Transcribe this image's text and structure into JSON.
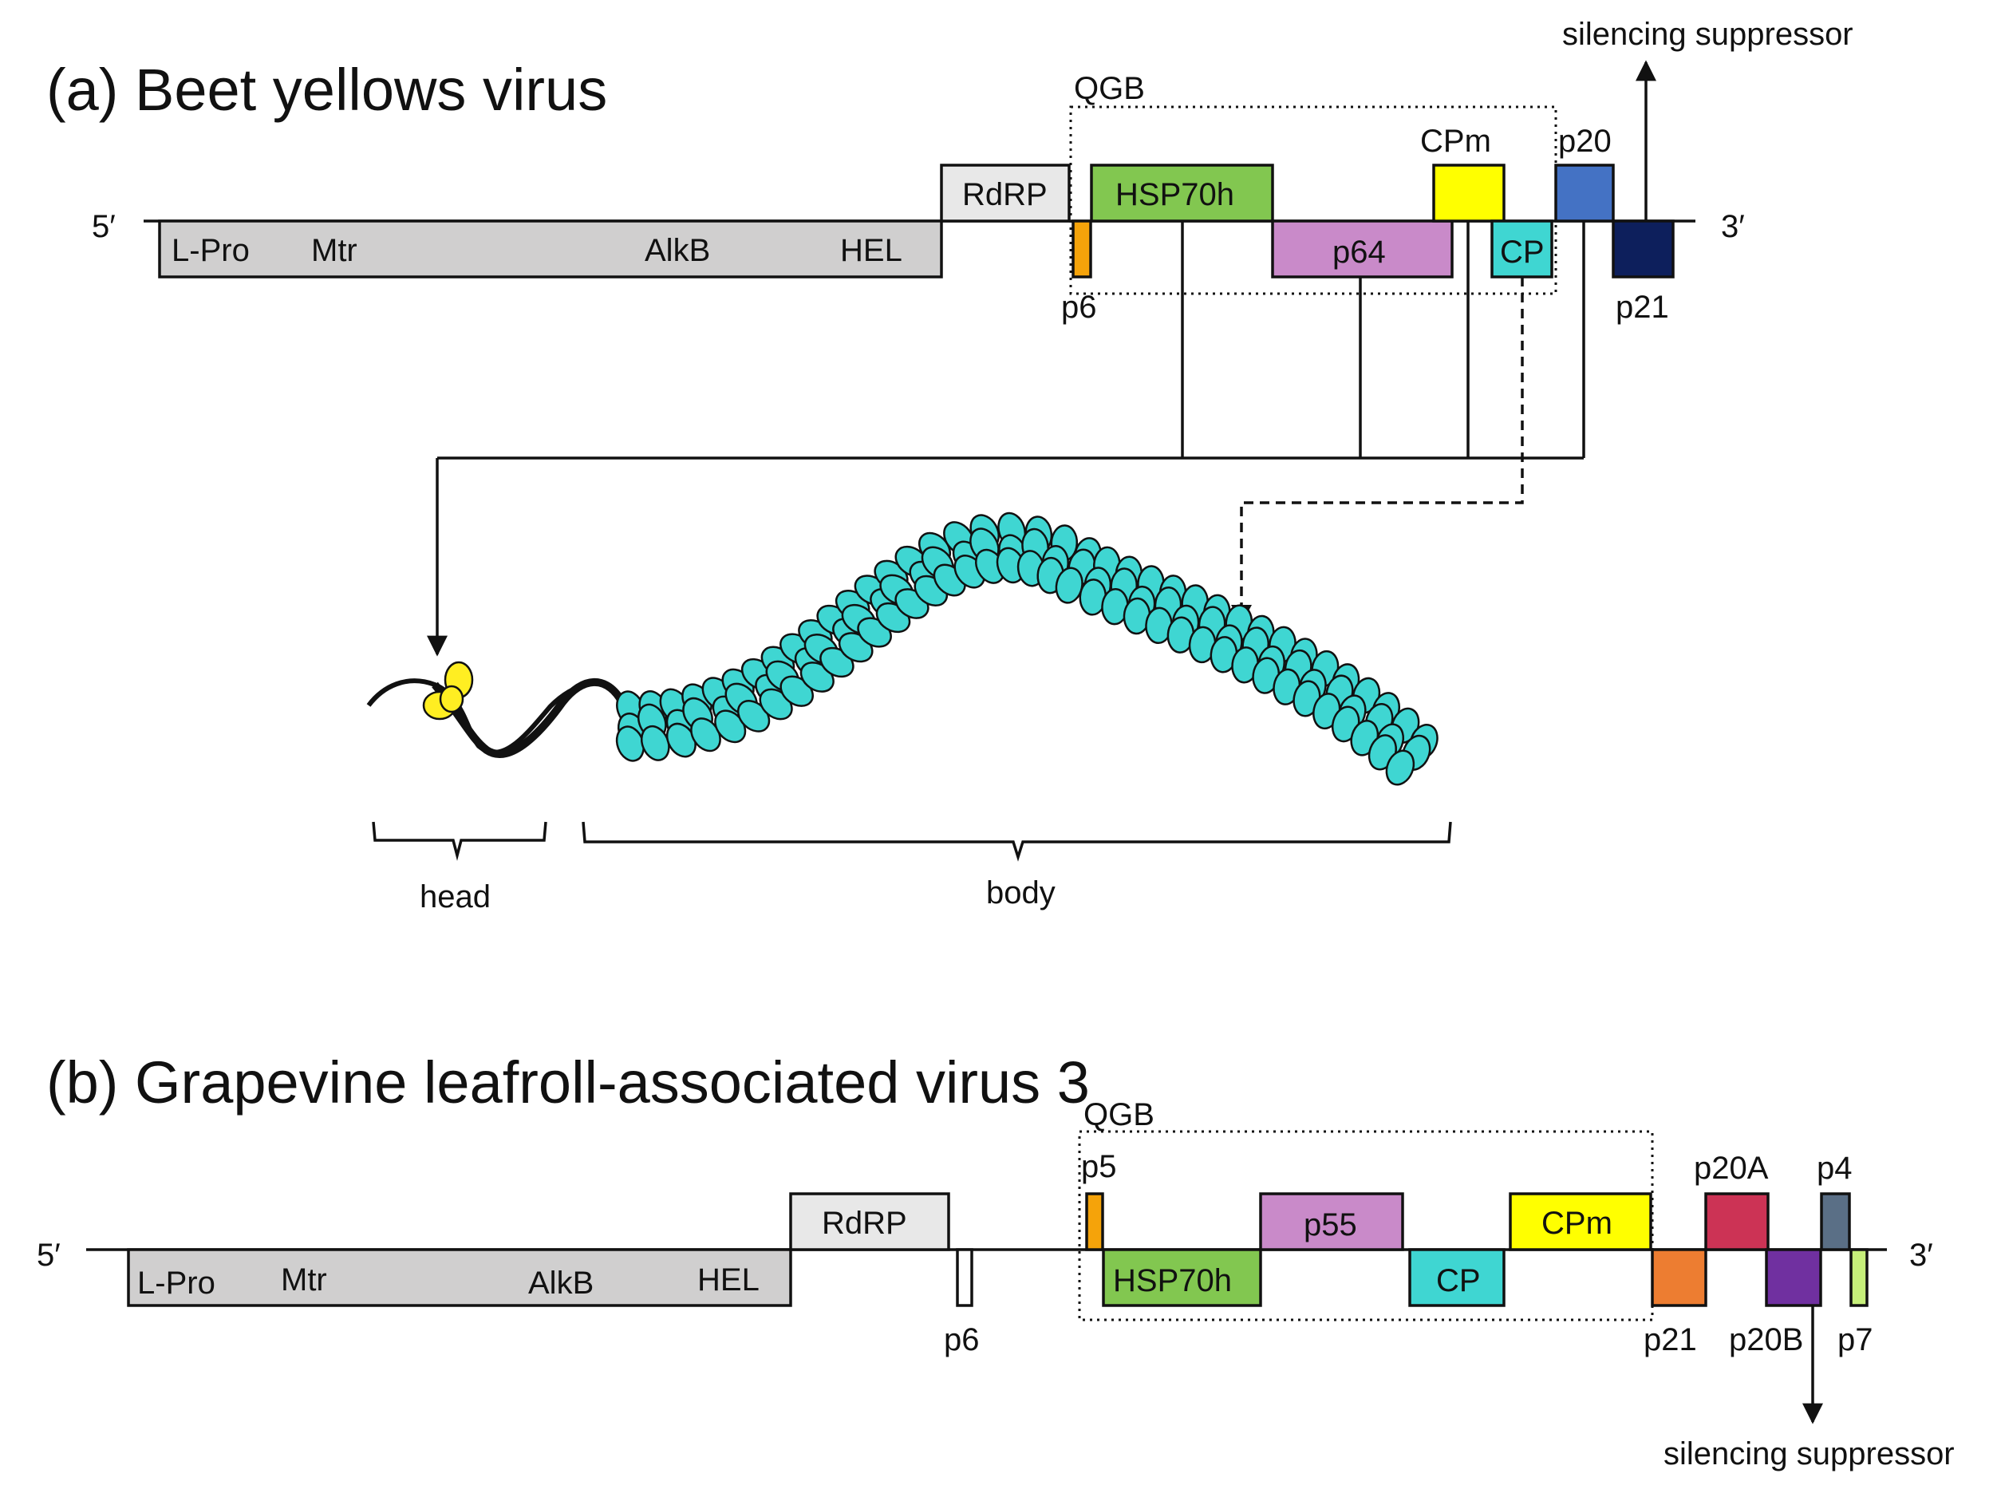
{
  "panel_a": {
    "title": "(a) Beet yellows virus",
    "five_prime": "5′",
    "three_prime": "3′",
    "qgb": "QGB",
    "silencing": "silencing suppressor",
    "polyprotein_labels": [
      "L-Pro",
      "Mtr",
      "AlkB",
      "HEL"
    ],
    "genes": {
      "rdrp": "RdRP",
      "hsp70h": "HSP70h",
      "p64": "p64",
      "cpm": "CPm",
      "cp": "CP",
      "p20": "p20",
      "p21": "p21",
      "p6": "p6"
    },
    "virion": {
      "head": "head",
      "body": "body"
    }
  },
  "panel_b": {
    "title": "(b) Grapevine leafroll-associated virus 3",
    "five_prime": "5′",
    "three_prime": "3′",
    "qgb": "QGB",
    "silencing": "silencing suppressor",
    "polyprotein_labels": [
      "L-Pro",
      "Mtr",
      "AlkB",
      "HEL"
    ],
    "genes": {
      "rdrp": "RdRP",
      "p6": "p6",
      "p5": "p5",
      "hsp70h": "HSP70h",
      "p55": "p55",
      "cp": "CP",
      "cpm": "CPm",
      "p21": "p21",
      "p20a": "p20A",
      "p20b": "p20B",
      "p4": "p4",
      "p7": "p7"
    }
  },
  "colors": {
    "polyprotein": "#d0cfcf",
    "rdrp": "#e8e8e8",
    "small_orange": "#f5a30a",
    "hsp70h": "#82c750",
    "p64_p55": "#c98ac9",
    "cpm": "#ffff00",
    "cp": "#3fd6d2",
    "p20_byv": "#4472c4",
    "p21_byv": "#0d1f5c",
    "p21_glrav": "#ed7d31",
    "p20a": "#cc3355",
    "p20b": "#7030a0",
    "p4": "#5a6f86",
    "p7": "#c6ef7a"
  }
}
